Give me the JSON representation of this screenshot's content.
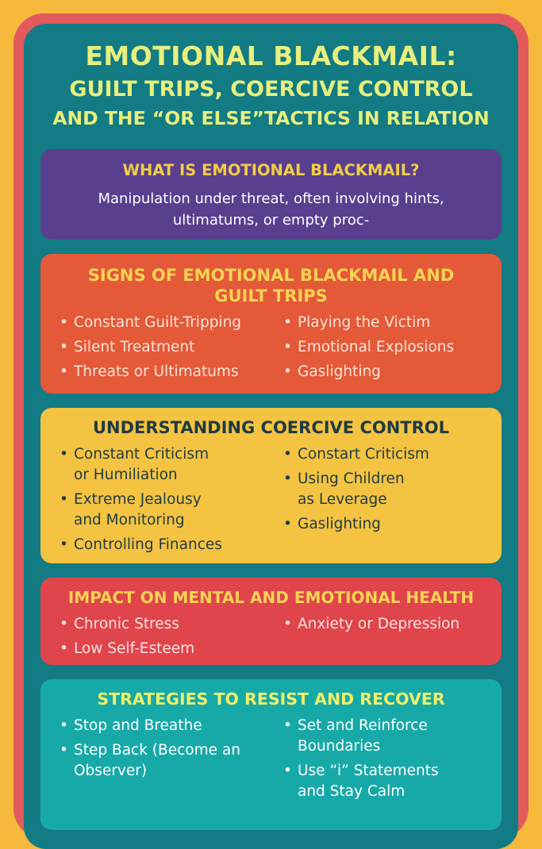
{
  "title": {
    "line1": "EMOTIONAL BLACKMAIL:",
    "line2": "GUILT TRIPS, COERCIVE CONTROL",
    "line3": "AND THE “OR ELSE”TACTICS IN RELATION"
  },
  "what_is": {
    "heading": "WHAT IS EMOTIONAL BLACKMAIL?",
    "description": "Manipulation under threat, often involving hints, ultimatums, or empty proc-"
  },
  "signs": {
    "heading": "SIGNS OF EMOTIONAL BLACKMAIL AND GUILT TRIPS",
    "left": [
      "Constant Guilt-Tripping",
      "Silent Treatment",
      "Threats or Ultimatums"
    ],
    "right": [
      "Playing the Victim",
      "Emotional Explosions",
      "Gaslighting"
    ]
  },
  "coercive": {
    "heading": "UNDERSTANDING COERCIVE CONTROL",
    "left": [
      "Constant Criticism or Humiliation",
      "Extreme Jealousy and Monitoring",
      "Controlling Finances"
    ],
    "right": [
      "Constart Criticism",
      "Using Children as Leverage",
      "Gaslighting"
    ]
  },
  "impact": {
    "heading": "IMPACT ON MENTAL AND EMOTIONAL HEALTH",
    "left": [
      "Chronic Stress",
      "Low Self-Esteem"
    ],
    "right": [
      "Anxiety or Depression"
    ]
  },
  "strategies": {
    "heading": "STRATEGIES TO RESIST AND RECOVER",
    "left": [
      "Stop and Breathe",
      "Step Back (Become an Observer)"
    ],
    "right": [
      "Set and Reinforce Boundaries",
      "Use “i” Statements and Stay Calm"
    ]
  },
  "colors": {
    "background": "#f6b93b",
    "frame": "#e25a5c",
    "panel": "#127b83",
    "title": "#e7ef7d",
    "card_what_is": "#5a3f8e",
    "card_signs": "#e45938",
    "card_coercive": "#f5c342",
    "card_impact": "#e0454c",
    "card_strategies": "#17a9a8"
  }
}
